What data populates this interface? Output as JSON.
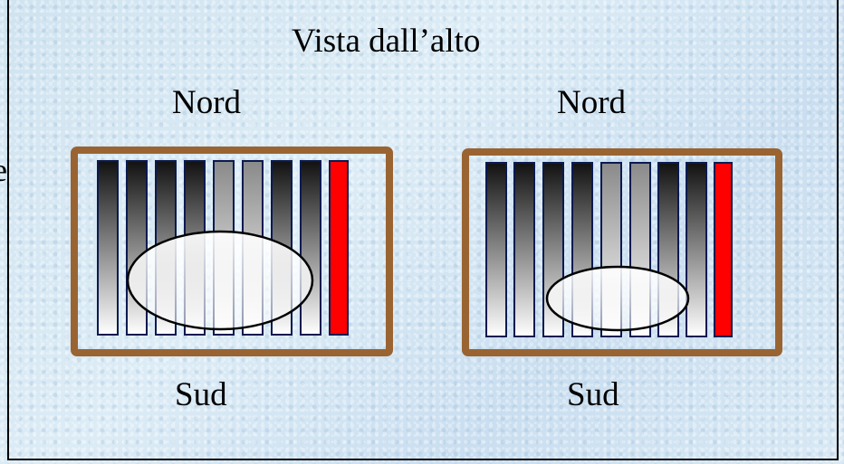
{
  "title": "Vista dall’alto",
  "clipped_letter": "e",
  "panels": [
    {
      "id": "left",
      "north_label": "Nord",
      "south_label": "Sud",
      "stripe_count": 9,
      "highlight_stripe_index": 8
    },
    {
      "id": "right",
      "north_label": "Nord",
      "south_label": "Sud",
      "stripe_count": 9,
      "highlight_stripe_index": 8
    }
  ],
  "colors": {
    "frame_border": "#9a6432",
    "stripe_dark": "#1a1a1a",
    "stripe_light": "#ffffff",
    "stripe_outline": "#0a1a50",
    "highlight": "#ff0000",
    "ellipse_outline": "#000000"
  }
}
